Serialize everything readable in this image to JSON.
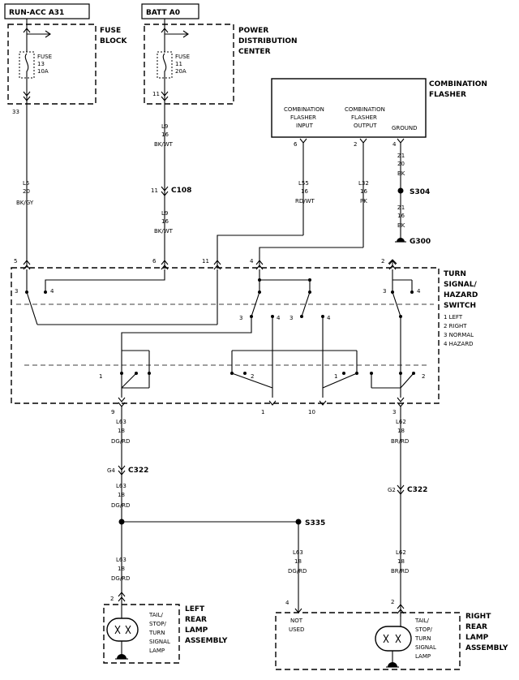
{
  "power": {
    "run_acc": "RUN-ACC A31",
    "batt": "BATT A0",
    "fuse_block": [
      "FUSE",
      "BLOCK"
    ],
    "pdc": [
      "POWER",
      "DISTRIBUTION",
      "CENTER"
    ],
    "fuse13": [
      "FUSE",
      "13",
      "10A"
    ],
    "fuse11": [
      "FUSE",
      "11",
      "20A"
    ],
    "pin_33": "33",
    "pin_11": "11"
  },
  "flasher": {
    "title": [
      "COMBINATION",
      "FLASHER"
    ],
    "input": [
      "COMBINATION",
      "FLASHER",
      "INPUT"
    ],
    "output": [
      "COMBINATION",
      "FLASHER",
      "OUTPUT"
    ],
    "ground": "GROUND",
    "pin_6": "6",
    "pin_2": "2",
    "pin_4": "4"
  },
  "wires": {
    "l5": [
      "L5",
      "20",
      "BK/GY"
    ],
    "l9a": [
      "L9",
      "16",
      "BK/WT"
    ],
    "l9b": [
      "L9",
      "16",
      "BK/WT"
    ],
    "l55": [
      "L55",
      "16",
      "RD/WT"
    ],
    "l32": [
      "L32",
      "16",
      "PK"
    ],
    "z1a": [
      "Z1",
      "20",
      "BK"
    ],
    "z1b": [
      "Z1",
      "16",
      "BK"
    ],
    "l63a": [
      "L63",
      "18",
      "DG/RD"
    ],
    "l63b": [
      "L63",
      "18",
      "DG/RD"
    ],
    "l63c": [
      "L63",
      "18",
      "DG/RD"
    ],
    "l63d": [
      "L63",
      "18",
      "DG/RD"
    ],
    "l62a": [
      "L62",
      "18",
      "BR/RD"
    ],
    "l62b": [
      "L62",
      "18",
      "BR/RD"
    ]
  },
  "connectors": {
    "c108": "C108",
    "c108_pin": "11",
    "s304": "S304",
    "g300": "G300",
    "c322_left": "C322",
    "c322_left_pin": "G4",
    "c322_right": "C322",
    "c322_right_pin": "G2",
    "s335": "S335"
  },
  "switch": {
    "title": [
      "TURN",
      "SIGNAL/",
      "HAZARD",
      "SWITCH"
    ],
    "legend": [
      "1 LEFT",
      "2 RIGHT",
      "3 NORMAL",
      "4 HAZARD"
    ],
    "top_pins": [
      "5",
      "6",
      "11",
      "4",
      "2"
    ],
    "bottom_pins": [
      "9",
      "1",
      "10",
      "3"
    ],
    "positions": [
      "3",
      "4",
      "3",
      "4",
      "3",
      "4",
      "3",
      "4",
      "1",
      "2",
      "1",
      "2"
    ]
  },
  "lamps": {
    "left": [
      "LEFT",
      "REAR",
      "LAMP",
      "ASSEMBLY"
    ],
    "right": [
      "RIGHT",
      "REAR",
      "LAMP",
      "ASSEMBLY"
    ],
    "left_label": [
      "TAIL/",
      "STOP/",
      "TURN",
      "SIGNAL",
      "LAMP"
    ],
    "right_label": [
      "TAIL/",
      "STOP/",
      "TURN",
      "SIGNAL",
      "LAMP"
    ],
    "not_used": [
      "NOT",
      "USED"
    ],
    "left_pin": "2",
    "right_pin": "2",
    "nu_pin": "4"
  }
}
